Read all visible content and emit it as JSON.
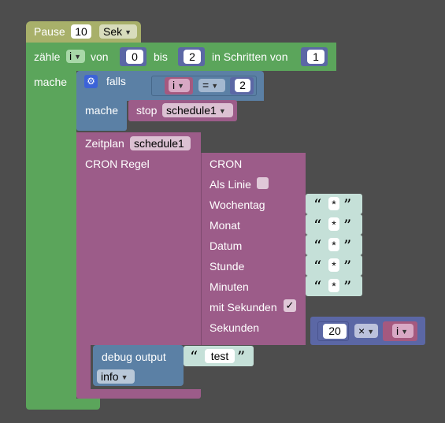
{
  "pause": {
    "label": "Pause",
    "value": "10",
    "unit": "Sek"
  },
  "loop": {
    "label": "zähle",
    "var": "i",
    "from_label": "von",
    "from": "0",
    "to_label": "bis",
    "to": "2",
    "step_label": "in Schritten von",
    "step": "1",
    "do_label": "mache"
  },
  "if_block": {
    "label": "falls",
    "left_var": "i",
    "operator": "=",
    "right": "2",
    "do_label": "mache",
    "stop_label": "stop",
    "stop_target": "schedule1"
  },
  "schedule": {
    "label": "Zeitplan",
    "name": "schedule1",
    "cron_rule_label": "CRON Regel"
  },
  "cron": {
    "title": "CRON",
    "as_line_label": "Als Linie",
    "fields": [
      {
        "label": "Wochentag",
        "value": "*"
      },
      {
        "label": "Monat",
        "value": "*"
      },
      {
        "label": "Datum",
        "value": "*"
      },
      {
        "label": "Stunde",
        "value": "*"
      },
      {
        "label": "Minuten",
        "value": "*"
      }
    ],
    "with_seconds_label": "mit Sekunden",
    "with_seconds_checked": "✓",
    "seconds_label": "Sekunden",
    "seconds_value": "20",
    "multiply_op": "×",
    "multiply_var": "i"
  },
  "debug": {
    "label": "debug output",
    "text": "test",
    "level": "info"
  },
  "icons": {
    "gear": "gear-icon",
    "dropdown": "chevron-down-icon",
    "quote_open": "“",
    "quote_close": "”"
  },
  "colors": {
    "background": "#4d4d4d",
    "pause": "#a8b06a",
    "loop": "#5ba55b",
    "logic": "#5b80a5",
    "schedule": "#9c5c89",
    "math": "#5b67a5",
    "text": "#c5e0d8",
    "checkbox": "#e0c8d8"
  }
}
